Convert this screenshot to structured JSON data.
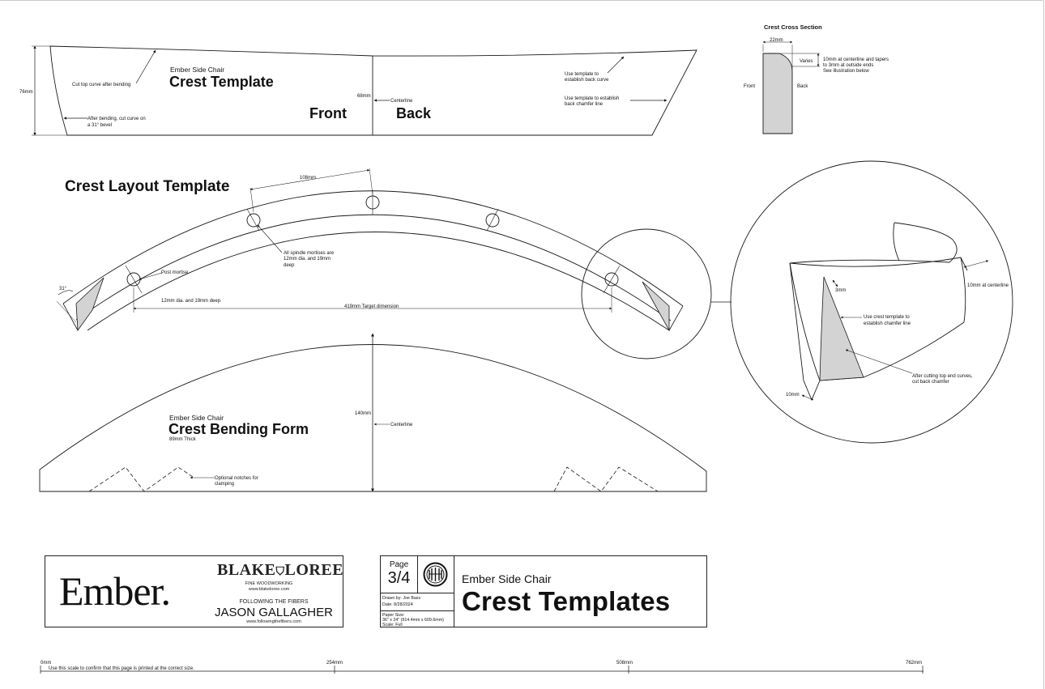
{
  "crest_template": {
    "project": "Ember Side Chair",
    "title": "Crest Template",
    "front_label": "Front",
    "back_label": "Back",
    "dim_76": "76mm",
    "dim_68": "68mm",
    "centerline": "Centerline",
    "note_top_curve": "Cut top curve after bending",
    "note_bevel_1": "After bending, cut curve on",
    "note_bevel_2": "a 31° bevel",
    "note_back_curve_1": "Use template to",
    "note_back_curve_2": "establish back curve",
    "note_chamfer_1": "Use template to establish",
    "note_chamfer_2": "back chamfer line"
  },
  "cross_section": {
    "title": "Crest Cross Section",
    "dim_22": "22mm",
    "varies": "Varies",
    "front": "Front",
    "back": "Back",
    "note_1": "10mm at centerline and tapers",
    "note_2": "to 3mm at outside ends",
    "note_3": "See illustration below"
  },
  "layout": {
    "title": "Crest Layout Template",
    "dim_108": "108mm",
    "angle": "31°",
    "spindle_1": "All spindle mortises are",
    "spindle_2": "12mm dia. and 19mm",
    "spindle_3": "deep",
    "post_1": "Post mortise",
    "post_2": "12mm dia. and 19mm deep",
    "target": "419mm Target dimension"
  },
  "detail": {
    "dim_3": "3mm",
    "dim_10_center": "10mm at centerline",
    "chamfer_1": "Use crest template to",
    "chamfer_2": "establish chamfer line",
    "after_1": "After cutting top end curves,",
    "after_2": "cut back chamfer",
    "dim_10": "10mm"
  },
  "bending_form": {
    "project": "Ember Side Chair",
    "title": "Crest Bending Form",
    "thick": "89mm Thick",
    "dim_140": "140mm",
    "centerline": "Centerline",
    "notch_1": "Optional notches for",
    "notch_2": "clamping"
  },
  "brand": {
    "ember": "Ember.",
    "blake_1": "BLAKE",
    "blake_2": "LOREE",
    "fine": "FINE WOODWORKING",
    "blake_url": "www.blakeloree.com",
    "following": "FOLLOWING THE FIBERS",
    "jason": "JASON GALLAGHER",
    "fibers_url": "www.followingthefibers.com"
  },
  "title_block": {
    "page_label": "Page",
    "page_num": "3/4",
    "drawn_by": "Drawn by: Joe Bass",
    "date": "Date: 8/28/2024",
    "paper_size_label": "Paper Size:",
    "paper_size": "36\" x 24\" (914.4mm x 609.6mm)",
    "scale": "Scale: Full",
    "subtitle": "Ember Side Chair",
    "title": "Crest Templates"
  },
  "scale_bar": {
    "t0": "0mm",
    "t1": "254mm",
    "t2": "508mm",
    "t3": "762mm",
    "note": "Use this scale to confirm that this page is printed at the correct size."
  },
  "colors": {
    "line": "#1a1a1a",
    "fill": "#d3d3d3"
  }
}
